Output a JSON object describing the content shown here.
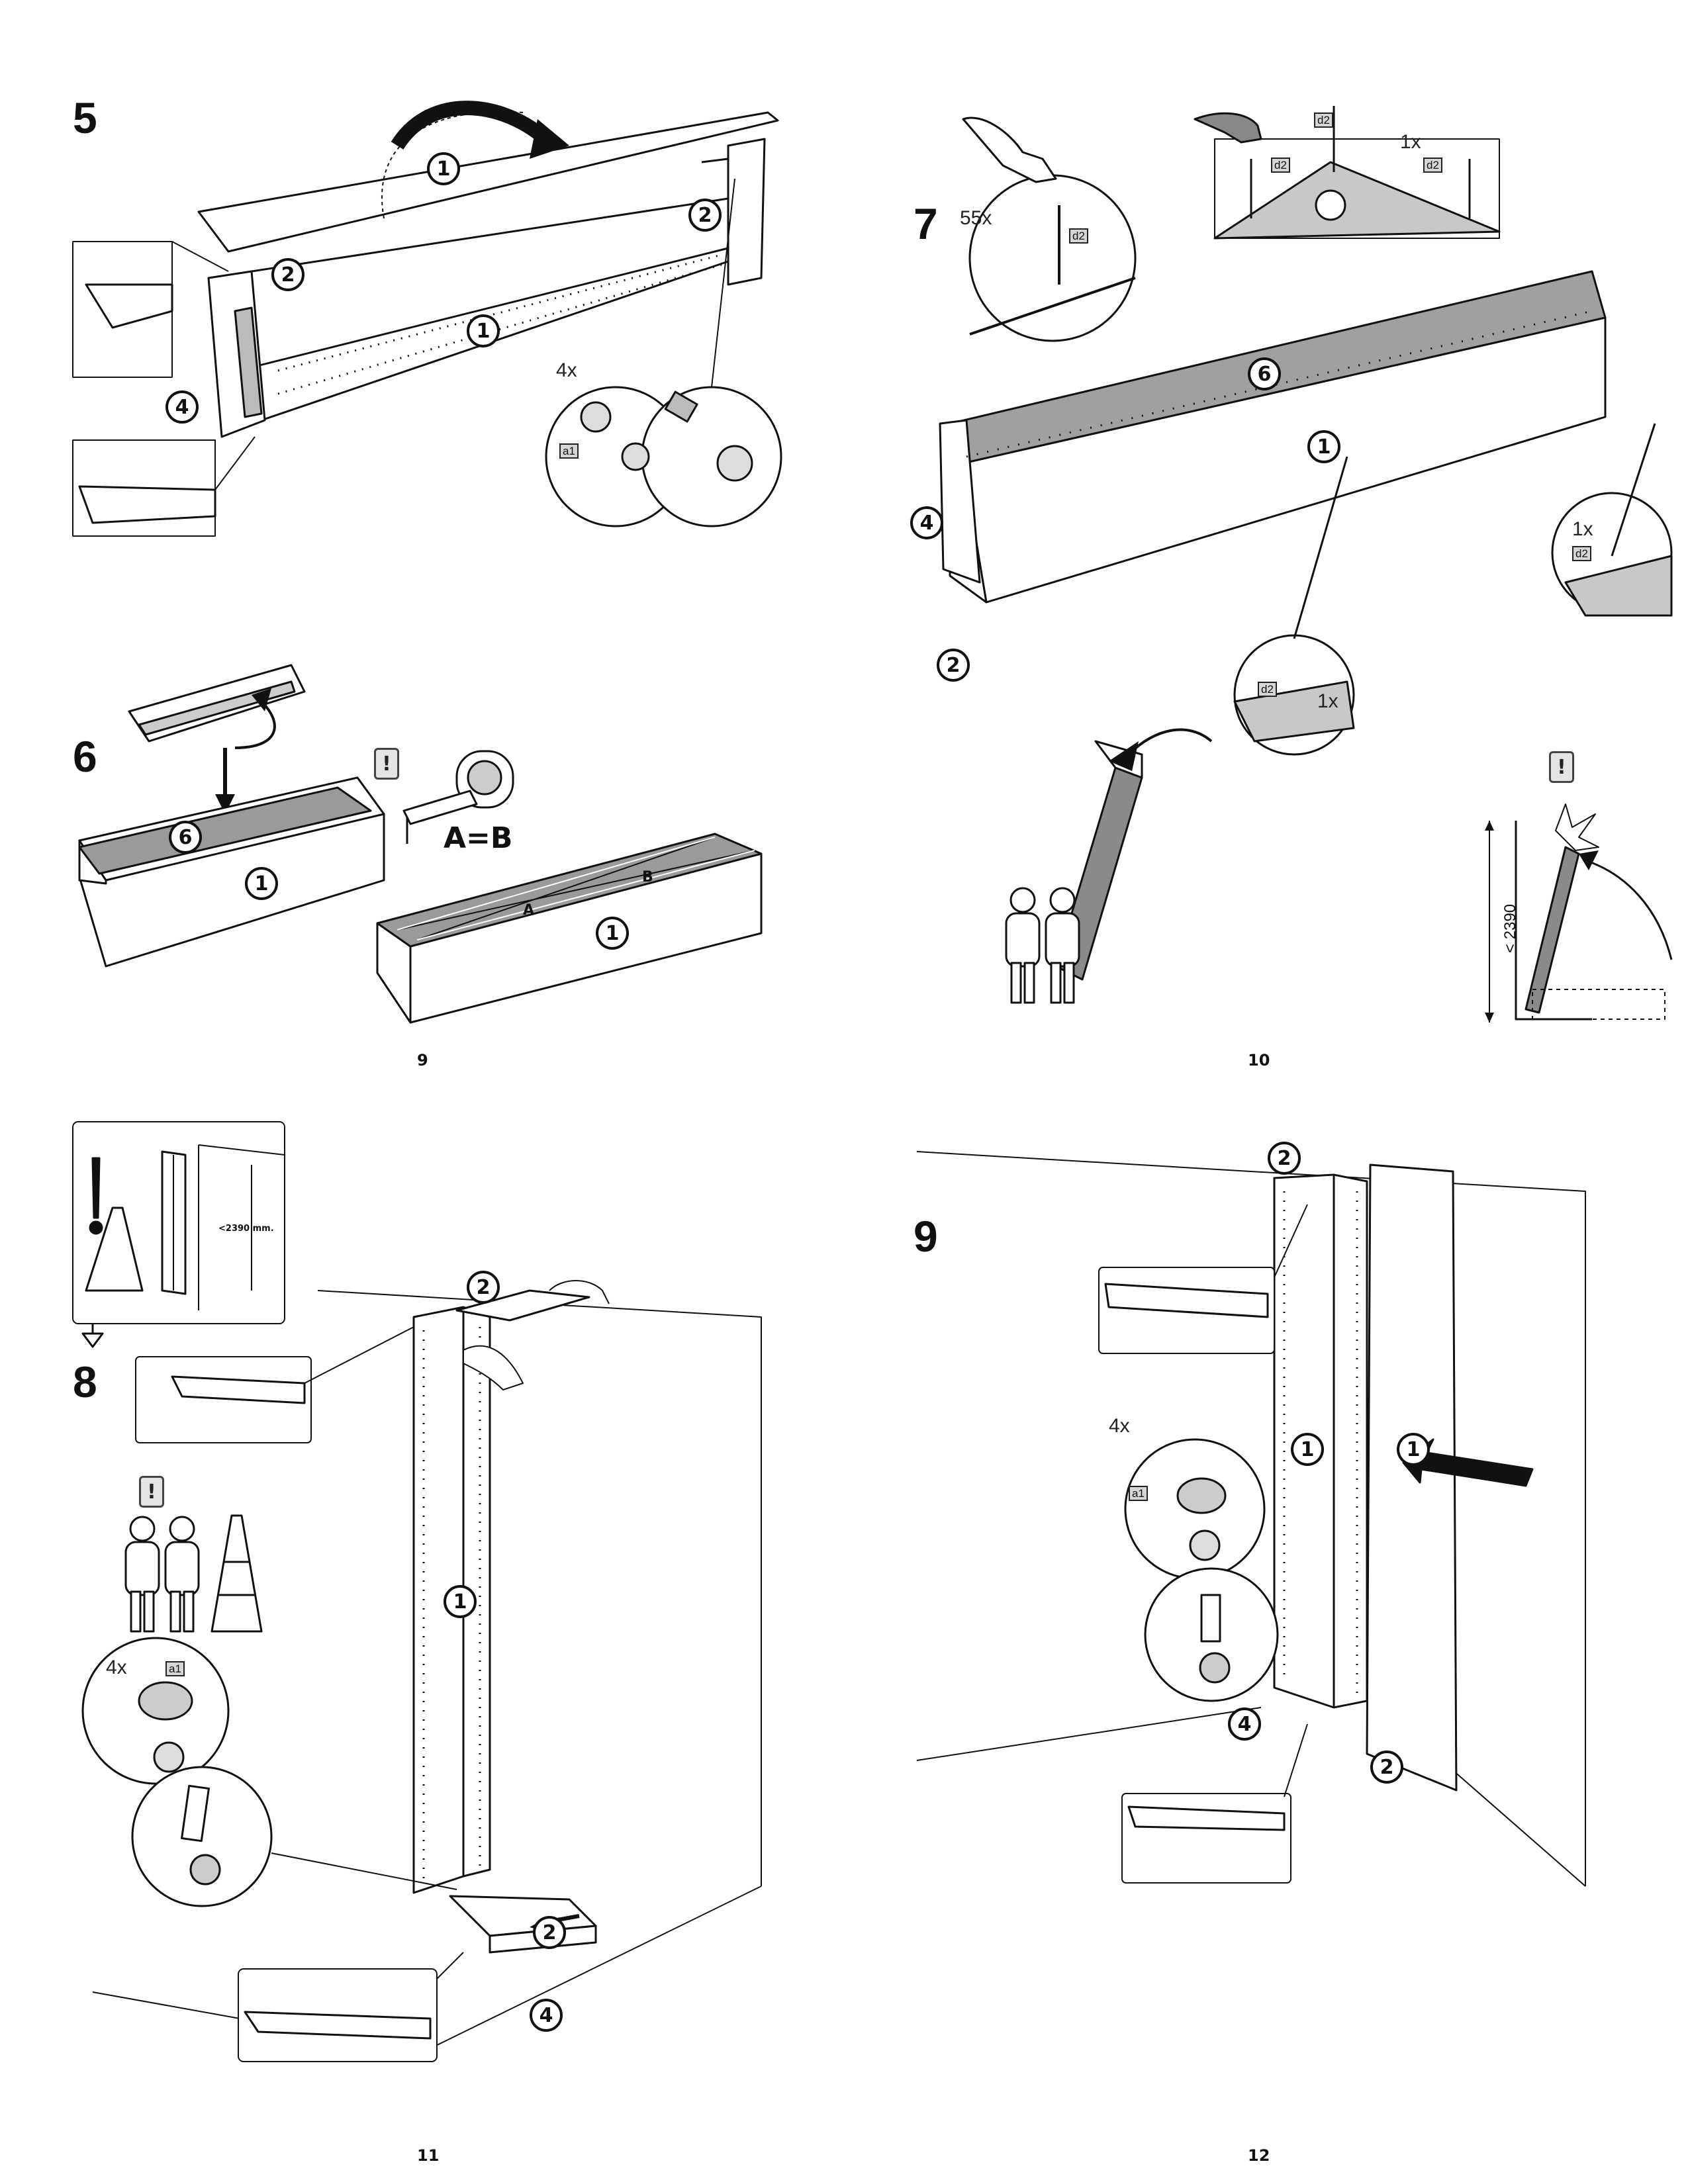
{
  "pages": [
    {
      "page_number": "9",
      "steps": [
        {
          "number": "5",
          "quantity": "4x",
          "fitting_code": "a1",
          "parts": [
            "1",
            "1",
            "2",
            "2",
            "4"
          ]
        },
        {
          "number": "6",
          "measure_rule": "A=B",
          "diagonal_labels": [
            "A",
            "B"
          ],
          "parts": [
            "6",
            "1",
            "1"
          ]
        }
      ]
    },
    {
      "page_number": "10",
      "steps": [
        {
          "number": "7",
          "nail_quantity": "55x",
          "nail_code": "d2",
          "corner_quantity": "1x",
          "parts": [
            "6",
            "1",
            "4",
            "2"
          ]
        }
      ],
      "height_limit": "< 2390"
    },
    {
      "page_number": "11",
      "steps": [
        {
          "number": "8",
          "ceiling_limit": "<2390 mm.",
          "quantity": "4x",
          "fitting_code": "a1",
          "parts": [
            "2",
            "1",
            "2",
            "4"
          ]
        }
      ]
    },
    {
      "page_number": "12",
      "steps": [
        {
          "number": "9",
          "quantity": "4x",
          "fitting_code": "a1",
          "parts": [
            "2",
            "1",
            "1",
            "4",
            "2"
          ]
        }
      ]
    }
  ],
  "icons": [
    "warning-icon",
    "tape-measure-icon",
    "two-persons-icon",
    "ladder-icon",
    "hammer-icon",
    "screwdriver-icon",
    "cam-lock-icon",
    "nail-icon",
    "rotate-arrow-icon"
  ]
}
